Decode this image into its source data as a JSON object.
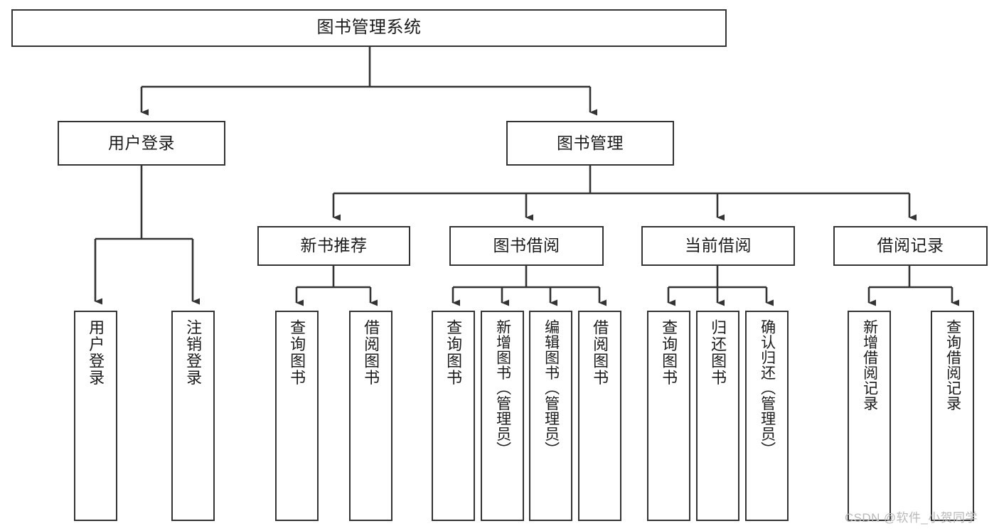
{
  "diagram": {
    "title": "图书管理系统",
    "type": "功能结构图",
    "stroke_color": "#333333",
    "background_color": "#ffffff",
    "watermark": "CSDN @软件_小贺同学",
    "watermark_color": "#b9b9b9",
    "nodes": {
      "root": {
        "label": "图书管理系统"
      },
      "level2": [
        {
          "id": "user-login",
          "label": "用户登录"
        },
        {
          "id": "book-manage",
          "label": "图书管理"
        }
      ],
      "level3": [
        {
          "id": "new-book-recommend",
          "label": "新书推荐"
        },
        {
          "id": "book-borrow",
          "label": "图书借阅"
        },
        {
          "id": "current-borrow",
          "label": "当前借阅"
        },
        {
          "id": "borrow-record",
          "label": "借阅记录"
        }
      ],
      "leaves": [
        {
          "id": "leaf-user-login",
          "label": "用户登录",
          "parent": "user-login"
        },
        {
          "id": "leaf-logout",
          "label": "注销登录",
          "parent": "user-login"
        },
        {
          "id": "leaf-query-book-1",
          "label": "查询图书",
          "parent": "new-book-recommend"
        },
        {
          "id": "leaf-borrow-book-1",
          "label": "借阅图书",
          "parent": "new-book-recommend"
        },
        {
          "id": "leaf-query-book-2",
          "label": "查询图书",
          "parent": "book-borrow"
        },
        {
          "id": "leaf-add-book",
          "label": "新增图书（管理员）",
          "parent": "book-borrow"
        },
        {
          "id": "leaf-edit-book",
          "label": "编辑图书（管理员）",
          "parent": "book-borrow"
        },
        {
          "id": "leaf-borrow-book-2",
          "label": "借阅图书",
          "parent": "book-borrow"
        },
        {
          "id": "leaf-query-book-3",
          "label": "查询图书",
          "parent": "current-borrow"
        },
        {
          "id": "leaf-return-book",
          "label": "归还图书",
          "parent": "current-borrow"
        },
        {
          "id": "leaf-confirm-return",
          "label": "确认归还（管理员）",
          "parent": "current-borrow"
        },
        {
          "id": "leaf-add-record",
          "label": "新增借阅记录",
          "parent": "borrow-record"
        },
        {
          "id": "leaf-query-record",
          "label": "查询借阅记录",
          "parent": "borrow-record"
        }
      ]
    }
  }
}
